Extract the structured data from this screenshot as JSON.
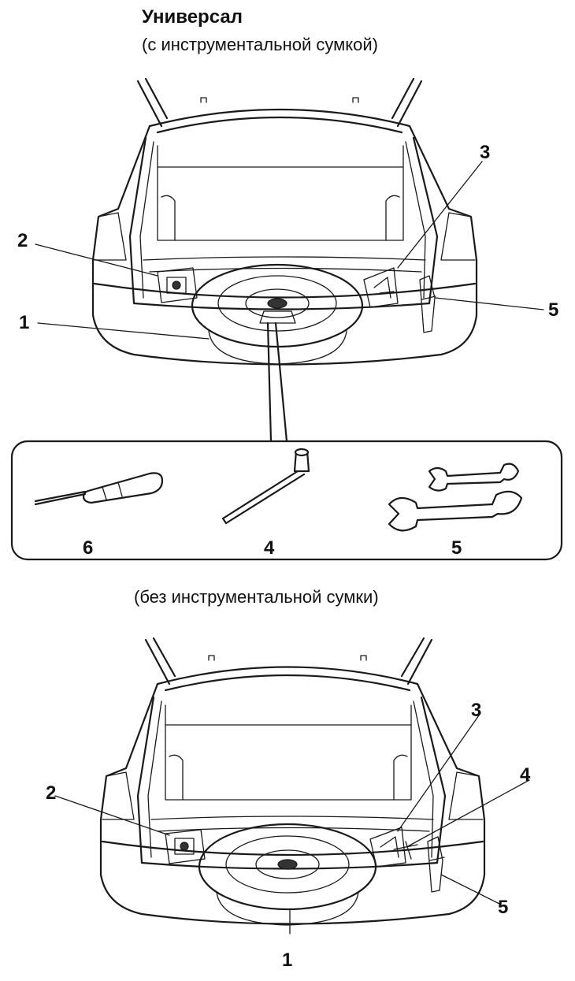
{
  "title": "Универсал",
  "diagram_top": {
    "subtitle": "(с инструментальной сумкой)",
    "callouts": [
      "1",
      "2",
      "3",
      "5"
    ]
  },
  "tool_box": {
    "labels": [
      "6",
      "4",
      "5"
    ]
  },
  "diagram_bottom": {
    "subtitle": "(без инструментальной сумки)",
    "callouts": [
      "1",
      "2",
      "3",
      "4",
      "5"
    ]
  }
}
